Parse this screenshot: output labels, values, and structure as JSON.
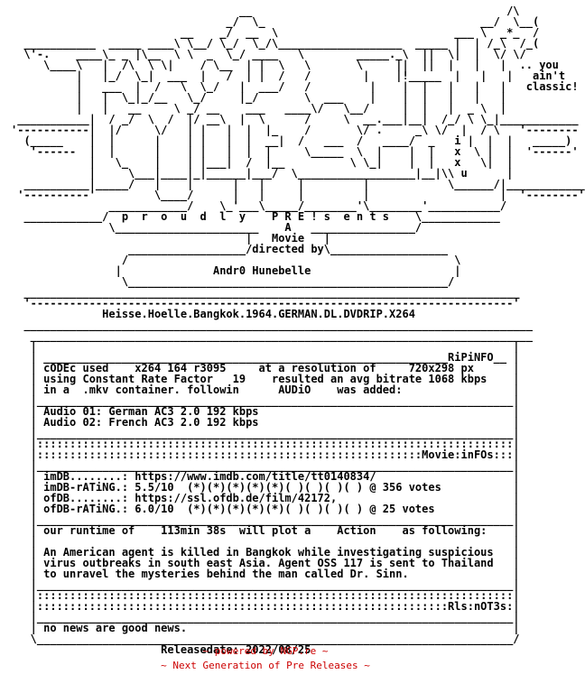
{
  "nfo_lines": [
    "                                   __                                       /\\",
    "                                 _/  \\_                                 __/  \\__(",
    "                          __    _/  __  \\                           ___ \\  _*_  /",
    "  ___________  _____ ____\\ \\__/ \\_/  \\_/\\___________________  _____ |  | /_\\  /_(",
    "  \\'-.    ____\\_ _ |\\__  \\ \\  _  \\_/ ____   \\        _____._\\  ||  \\|  |  \\/ \\/",
    "     \\____\\   |  /\\  \\ \\|    / \\__  | |  \\   \\       \\     ||  ||  |   |   |  .. you",
    "          |   |_/  \\_|  ___  |   /  | |  /   /        |    |!_____  |   |   |   ain't",
    "          |   ___  |  /   \\  \\_/   |  ___/   /         |    |  |   |   |   |   classic!",
    "          |   |  \\_|_/__   \\_/     |_/       \\  ___    |    |  |   |   |   |",
    "          |   |   __     \\ _/ __    ___   ____\\/   \\__/     |  |   |  _ \\  |",
    " ___________|  / _/  \\  /  |/ __\\  |  \\      /     \\  __.___|__|  /_/ \\ \\_|____________",
    "'-----------|  |/     \\/   | |   |  |  |_    /       \\/ .     _\\ \\/  |  / \\   '--------",
    "  (_____    |  |      |    | |   |  |  __|  /   ___  /   ____/  _   i |  |  |   _____)",
    "   '------  |  |      |    | |   |  |  |     \\_____  \\  |    |  |   x  \\ |  |  '------'",
    "            |   \\_    |    | |___|  /  |__          \\ \\_|    |  |   x   \\|  |",
    "            |     \\___|____|_|______|___/  \\__________________|__|\\\\ u      |",
    "  __________|_____/   |    |      |   |     |         |            \\______/|____________",
    " '----------'         \\____/      |   |     |         |                    |  '--------'",
    "               ____________/    \\_'___\\_____/________'\\________'___________/",
    "  ____________/  p  r  o  u  d  l  y    P R E ! s  e n t s    \\____________",
    "               \\______________________    A   ________________/",
    "                                    |   Movie   |",
    "                  __________________/directed by\\__________________",
    "                 /                                                  \\",
    "                |              Andr0 Hunebelle                      |",
    "                 \\_________________________________________________/",
    "  ____________________________________________________________________________",
    "  '--------------------------------------------------------------------------'",
    "              Heisse.Hoelle.Bangkok.1964.GERMAN.DL.DVDRIP.X264",
    "  ______________________________________________________________________________",
    "   _____________________________________________________________________________",
    "   |                                                                         |",
    "   | ______________________________________________________________RiPiNFO__ |",
    "   | cODEc used    x264 164 r3095     at a resolution of     720x298 px      |",
    "   | using Constant Rate Factor   19    resulted an avg bitrate 1068 kbps    |",
    "   | in a  .mkv container. followin      AUDiO    was added:                 |",
    "   |_________________________________________________________________________|",
    "   | Audio 01: German AC3 2.0 192 kbps                                       |",
    "   | Audio 02: French AC3 2.0 192 kbps                                       |",
    "   |_________________________________________________________________________|",
    "   |:::::::::::::::::::::::::::::::::::::::::::::::::::::::::::::::::::::::::|",
    "   |:::::::::::::::::::::::::::::::::::::::::::::::::::::::::::Movie:inFOs:::|",
    "   |_________________________________________________________________________|",
    "   | imDB........: https://www.imdb.com/title/tt0140834/                     |",
    "   | imDB-rATiNG.: 5.5/10  (*)(*)(*)(*)(*)( )( )( )( ) @ 356 votes           |",
    "   | ofDB........: https://ssl.ofdb.de/film/42172,                           |",
    "   | ofDB-rATiNG.: 6.0/10  (*)(*)(*)(*)(*)( )( )( )( ) @ 25 votes            |",
    "   |_________________________________________________________________________|",
    "   | our runtime of    113min 38s  will plot a    Action    as following:    |",
    "   |                                                                         |",
    "   | An American agent is killed in Bangkok while investigating suspicious   |",
    "   | virus outbreaks in south east Asia. Agent OSS 117 is sent to Thailand   |",
    "   | to unravel the mysteries behind the man called Dr. Sinn.                |",
    "   |_________________________________________________________________________|",
    "   |:::::::::::::::::::::::::::::::::::::::::::::::::::::::::::::::::::::::::|",
    "   |:::::::::::::::::::::::::::::::::::::::::::::::::::::::::::::::Rls:nOT3s:|",
    "   |_________________________________________________________________________|",
    "   | no news are good news.                                                  |",
    "   \\_________________________________________________________________________/",
    "                       Releasedate: 2022/08/25"
  ],
  "footer": {
    "line1": "~ powered by NGP.re ~",
    "line2": "~ Next Generation of Pre Releases ~",
    "color": "#cc0000"
  }
}
